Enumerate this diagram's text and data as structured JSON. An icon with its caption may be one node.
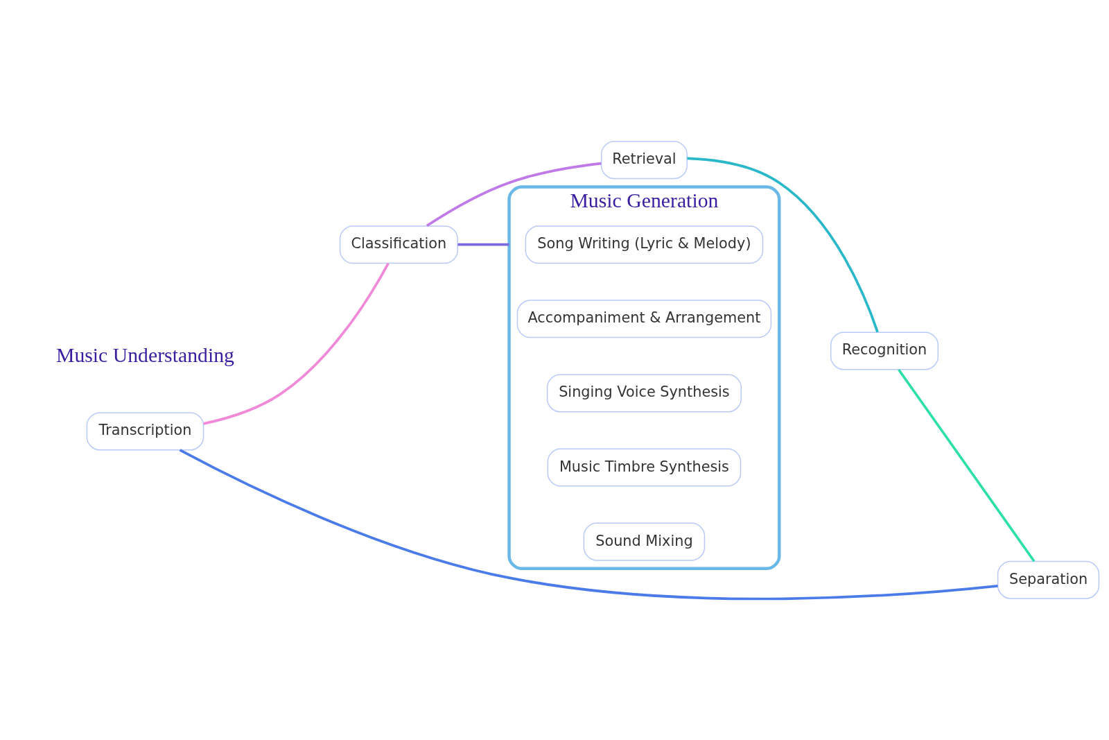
{
  "diagram": {
    "nodes": [
      {
        "text": [
          "Transcription"
        ]
      },
      {
        "text": [
          "Classification"
        ]
      },
      {
        "text": [
          "Retrieval"
        ]
      },
      {
        "text": [
          "Recognition"
        ]
      },
      {
        "text": [
          "Separation"
        ]
      },
      {
        "text": [
          "Music Generation"
        ]
      },
      {
        "text": [
          "Song Writing (Lyric & Melody)"
        ],
        "in": 5
      },
      {
        "text": [
          "Accompaniment & Arrangement"
        ],
        "in": 5
      },
      {
        "text": [
          "Singing Voice Synthesis"
        ],
        "in": 5
      },
      {
        "text": [
          "Music Timbre Synthesis"
        ],
        "in": 5
      },
      {
        "text": [
          "Sound Mixing"
        ],
        "in": 5
      }
    ],
    "edges": [
      {
        "from": 4,
        "to": 0,
        "arrow": "none",
        "color": "#4a7be8"
      },
      {
        "from": 0,
        "to": 1,
        "arrow": "none",
        "color": "#f08ad8"
      },
      {
        "from": 1,
        "to": 2,
        "arrow": "none",
        "color": "#c07ae8"
      },
      {
        "from": 2,
        "to": 3,
        "arrow": "none",
        "color": "#2ab8c8"
      },
      {
        "from": 3,
        "to": 4,
        "arrow": "none",
        "color": "#2ee0a8"
      },
      {
        "from": 1,
        "to": 5,
        "arrow": "none",
        "color": "#7a6ae0"
      }
    ],
    "labels": [
      "Music Understanding"
    ]
  }
}
